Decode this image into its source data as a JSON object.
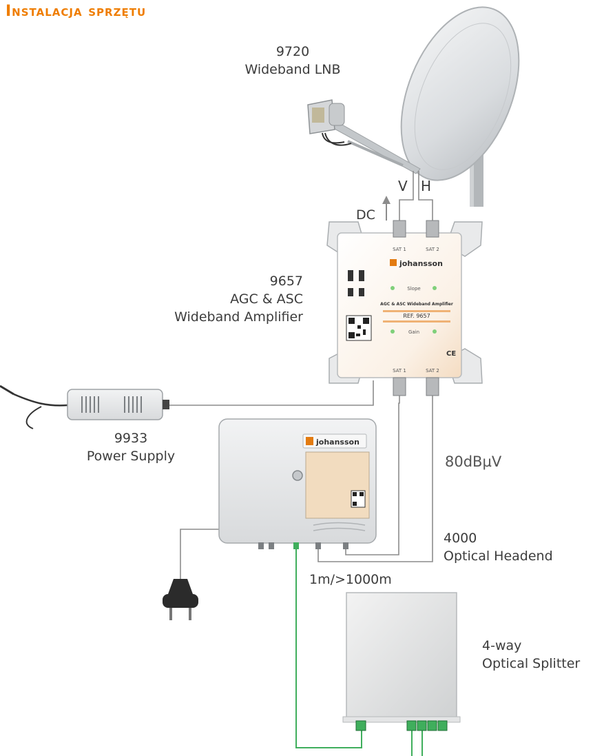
{
  "title": "Instalacja sprzętu",
  "colors": {
    "accent": "#ef7d00",
    "text": "#3c3c3c",
    "cable": "#8c8c8c",
    "fiber": "#3fae5c",
    "brand": "#e37b10"
  },
  "lnb": {
    "model": "9720",
    "name": "Wideband LNB"
  },
  "polarity": {
    "v": "V",
    "h": "H"
  },
  "dc_label": "DC",
  "amplifier": {
    "model": "9657",
    "name_line1": "AGC & ASC",
    "name_line2": "Wideband Amplifier",
    "brand": "johansson",
    "panel_title": "AGC & ASC Wideband Amplifier",
    "ref": "REF. 9657",
    "port_in_1": "SAT 1",
    "port_in_2": "SAT 2",
    "port_out_1": "SAT 1",
    "port_out_2": "SAT 2",
    "slope_label": "Slope",
    "gain_label": "Gain"
  },
  "power_supply": {
    "model": "9933",
    "name": "Power Supply"
  },
  "signal_level": "80dBµV",
  "headend": {
    "model": "4000",
    "name": "Optical Headend",
    "brand": "johansson"
  },
  "fiber_length": "1m/>1000m",
  "splitter": {
    "name_line1": "4-way",
    "name_line2": "Optical Splitter"
  }
}
